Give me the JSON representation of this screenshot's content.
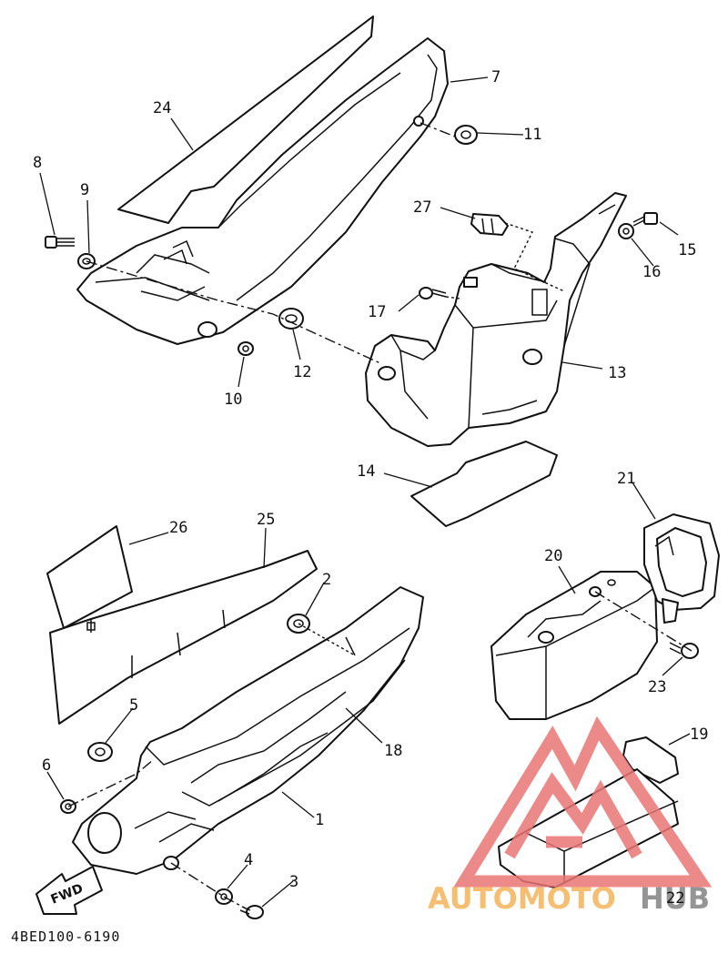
{
  "diagram": {
    "code": "4BED100-6190",
    "fwd_label": "FWD",
    "labels": {
      "l1": "1",
      "l2": "2",
      "l3": "3",
      "l4": "4",
      "l5": "5",
      "l6": "6",
      "l7": "7",
      "l8": "8",
      "l9": "9",
      "l10": "10",
      "l11": "11",
      "l12": "12",
      "l13": "13",
      "l14": "14",
      "l15": "15",
      "l16": "16",
      "l17": "17",
      "l18": "18",
      "l19": "19",
      "l20": "20",
      "l21": "21",
      "l22": "22",
      "l23": "23",
      "l24": "24",
      "l25": "25",
      "l26": "26",
      "l27": "27"
    }
  },
  "watermark": {
    "part1": "AUTOMOTO",
    "part2": "HUB",
    "color_red": "#e97474",
    "color_orange": "#f5b35a",
    "color_gray": "#8a8a8a"
  }
}
